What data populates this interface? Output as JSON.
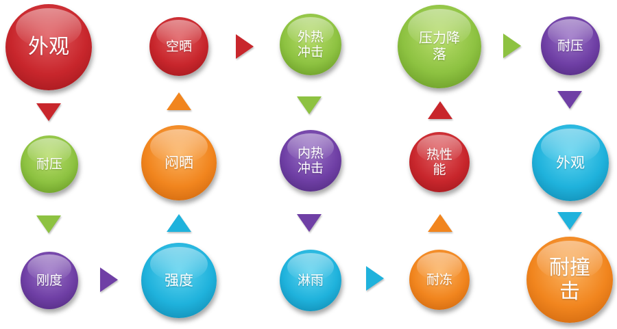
{
  "colors": {
    "red": "#c8262c",
    "green": "#8dc241",
    "purple": "#6f3fa5",
    "orange": "#f1851e",
    "cyan": "#1fb2dc"
  },
  "nodes": [
    {
      "id": "n1",
      "label": "外观",
      "color": "red"
    },
    {
      "id": "n2",
      "label": "耐压",
      "color": "green"
    },
    {
      "id": "n3",
      "label": "刚度",
      "color": "purple"
    },
    {
      "id": "n4",
      "label": "强度",
      "color": "cyan"
    },
    {
      "id": "n5",
      "label": "闷晒",
      "color": "orange"
    },
    {
      "id": "n6",
      "label": "空晒",
      "color": "red"
    },
    {
      "id": "n7",
      "label": "外热\n冲击",
      "color": "green"
    },
    {
      "id": "n8",
      "label": "内热\n冲击",
      "color": "purple"
    },
    {
      "id": "n9",
      "label": "淋雨",
      "color": "cyan"
    },
    {
      "id": "n10",
      "label": "耐冻",
      "color": "orange"
    },
    {
      "id": "n11",
      "label": "热性\n能",
      "color": "red"
    },
    {
      "id": "n12",
      "label": "压力降\n落",
      "color": "green"
    },
    {
      "id": "n13",
      "label": "耐压",
      "color": "purple"
    },
    {
      "id": "n14",
      "label": "外观",
      "color": "cyan"
    },
    {
      "id": "n15",
      "label": "耐撞\n击",
      "color": "orange"
    }
  ],
  "arrows": [
    {
      "from": "n1",
      "to": "n2",
      "direction": "down",
      "color": "red"
    },
    {
      "from": "n2",
      "to": "n3",
      "direction": "down",
      "color": "green"
    },
    {
      "from": "n3",
      "to": "n4",
      "direction": "right",
      "color": "purple"
    },
    {
      "from": "n4",
      "to": "n5",
      "direction": "up",
      "color": "cyan"
    },
    {
      "from": "n5",
      "to": "n6",
      "direction": "up",
      "color": "orange"
    },
    {
      "from": "n6",
      "to": "n7",
      "direction": "right",
      "color": "red"
    },
    {
      "from": "n7",
      "to": "n8",
      "direction": "down",
      "color": "green"
    },
    {
      "from": "n8",
      "to": "n9",
      "direction": "down",
      "color": "purple"
    },
    {
      "from": "n9",
      "to": "n10",
      "direction": "right",
      "color": "cyan"
    },
    {
      "from": "n10",
      "to": "n11",
      "direction": "up",
      "color": "orange"
    },
    {
      "from": "n11",
      "to": "n12",
      "direction": "up",
      "color": "red"
    },
    {
      "from": "n12",
      "to": "n13",
      "direction": "right",
      "color": "green"
    },
    {
      "from": "n13",
      "to": "n14",
      "direction": "down",
      "color": "purple"
    },
    {
      "from": "n14",
      "to": "n15",
      "direction": "down",
      "color": "cyan"
    }
  ]
}
